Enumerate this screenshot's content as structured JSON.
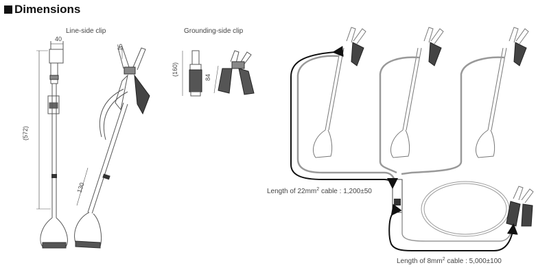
{
  "section": {
    "title": "Dimensions"
  },
  "views": {
    "line_side": {
      "caption": "Line-side clip",
      "dim_width": "40",
      "dim_length": "(572)"
    },
    "line_side_open": {
      "dim_jaw": "15",
      "dim_handle": "130"
    },
    "grounding_side": {
      "caption": "Grounding-side clip",
      "dim_closed": "(160)",
      "dim_open": "84"
    }
  },
  "assembly": {
    "cable_22": {
      "text": "Length of 22mm",
      "sup": "2",
      "value": " cable : 1,200±50"
    },
    "cable_8": {
      "text": "Length of 8mm",
      "sup": "2",
      "value": " cable : 5,000±100"
    }
  }
}
